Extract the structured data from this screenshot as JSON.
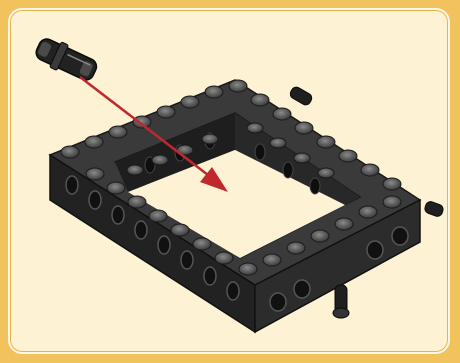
{
  "panel": {
    "background_color": "#fdf2d3",
    "frame_color": "#f2c25c"
  },
  "illustration": {
    "subject": "lego-technic-brick-frame-assembly",
    "parts": [
      "brick-frame",
      "connector-pin"
    ],
    "brick_color": "#2b2b2b",
    "stud_color": "#5a5a5a",
    "pin_color": "#222222",
    "arrow_color": "#c0282e",
    "arrow_direction": "down-right"
  }
}
